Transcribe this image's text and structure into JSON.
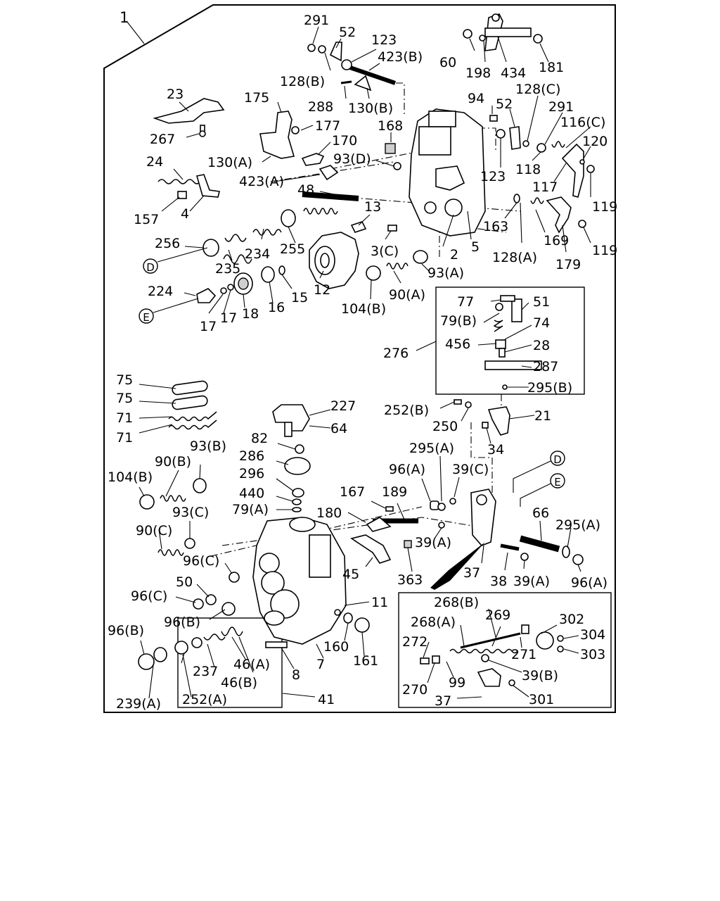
{
  "assembly_label": "1",
  "callouts": {
    "D": "D",
    "E": "E"
  },
  "labels": {
    "l291a": "291",
    "l52a": "52",
    "l123a": "123",
    "l423b": "423(B)",
    "l128b": "128(B)",
    "l288": "288",
    "l130b": "130(B)",
    "l60": "60",
    "l198": "198",
    "l434": "434",
    "l181": "181",
    "l23": "23",
    "l175": "175",
    "l177": "177",
    "l267": "267",
    "l168": "168",
    "l170": "170",
    "l93d": "93(D)",
    "l130a": "130(A)",
    "l423a": "423(A)",
    "l24": "24",
    "l48": "48",
    "l94": "94",
    "l52b": "52",
    "l128c": "128(C)",
    "l291b": "291",
    "l116c": "116(C)",
    "l120": "120",
    "l118": "118",
    "l123b": "123",
    "l117": "117",
    "l119a": "119",
    "l119b": "119",
    "l157": "157",
    "l4": "4",
    "l13": "13",
    "l163": "163",
    "l169": "169",
    "l179": "179",
    "l128a": "128(A)",
    "l256": "256",
    "l235": "235",
    "l234": "234",
    "l255": "255",
    "l3c": "3(C)",
    "l2": "2",
    "l5": "5",
    "l93a": "93(A)",
    "l224": "224",
    "l17a": "17",
    "l17b": "17",
    "l18": "18",
    "l16": "16",
    "l15": "15",
    "l12": "12",
    "l104b_top": "104(B)",
    "l90a": "90(A)",
    "l77": "77",
    "l51": "51",
    "l79b": "79(B)",
    "l74": "74",
    "l456": "456",
    "l28": "28",
    "l276": "276",
    "l287": "287",
    "l295b": "295(B)",
    "l75a": "75",
    "l75b": "75",
    "l71a": "71",
    "l71b": "71",
    "l227": "227",
    "l64": "64",
    "l252b": "252(B)",
    "l250": "250",
    "l21": "21",
    "l34": "34",
    "l82": "82",
    "l286": "286",
    "l296": "296",
    "l440": "440",
    "l79a": "79(A)",
    "l93b": "93(B)",
    "l90b": "90(B)",
    "l104b_mid": "104(B)",
    "l295a_top": "295(A)",
    "l96a_top": "96(A)",
    "l39c": "39(C)",
    "l167": "167",
    "l189": "189",
    "l180": "180",
    "l93c": "93(C)",
    "l90c": "90(C)",
    "l96c_a": "96(C)",
    "l50": "50",
    "l96c_b": "96(C)",
    "l96b_a": "96(B)",
    "l66": "66",
    "l295a_right": "295(A)",
    "l39a_mid": "39(A)",
    "l45": "45",
    "l363": "363",
    "l37": "37",
    "l38": "38",
    "l39a_bot": "39(A)",
    "l96a_right": "96(A)",
    "l11": "11",
    "l268b": "268(B)",
    "l268a": "268(A)",
    "l269": "269",
    "l302": "302",
    "l304": "304",
    "l303": "303",
    "l272": "272",
    "l271": "271",
    "l99": "99",
    "l39b": "39(B)",
    "l270": "270",
    "l37b": "37",
    "l301": "301",
    "l96b_b": "96(B)",
    "l237": "237",
    "l46a": "46(A)",
    "l46b": "46(B)",
    "l252a": "252(A)",
    "l239a": "239(A)",
    "l160": "160",
    "l161": "161",
    "l8": "8",
    "l7": "7",
    "l41": "41"
  }
}
